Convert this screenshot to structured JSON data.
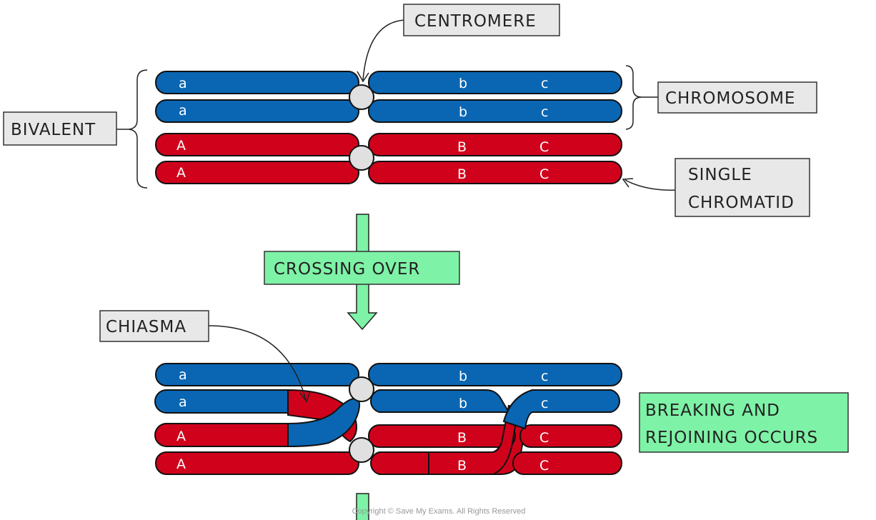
{
  "labels": {
    "centromere": "CENTROMERE",
    "chromosome": "CHROMOSOME",
    "bivalent": "BIVALENT",
    "single_chromatid": [
      "SINGLE",
      "CHROMATID"
    ],
    "crossing_over": "CROSSING OVER",
    "chiasma": "CHIASMA",
    "breaking_rejoining": [
      "BREAKING AND",
      "REJOINING OCCURS"
    ]
  },
  "genes": {
    "blue": [
      "a",
      "b",
      "c"
    ],
    "red": [
      "A",
      "B",
      "C"
    ]
  },
  "copyright": "Copyright © Save My Exams. All Rights Reserved",
  "colors": {
    "blue": "#0a66b2",
    "red": "#d0021b",
    "green": "#7ef2a6",
    "label_box": "#e8e8e8",
    "centromere": "#e0e0e0"
  }
}
